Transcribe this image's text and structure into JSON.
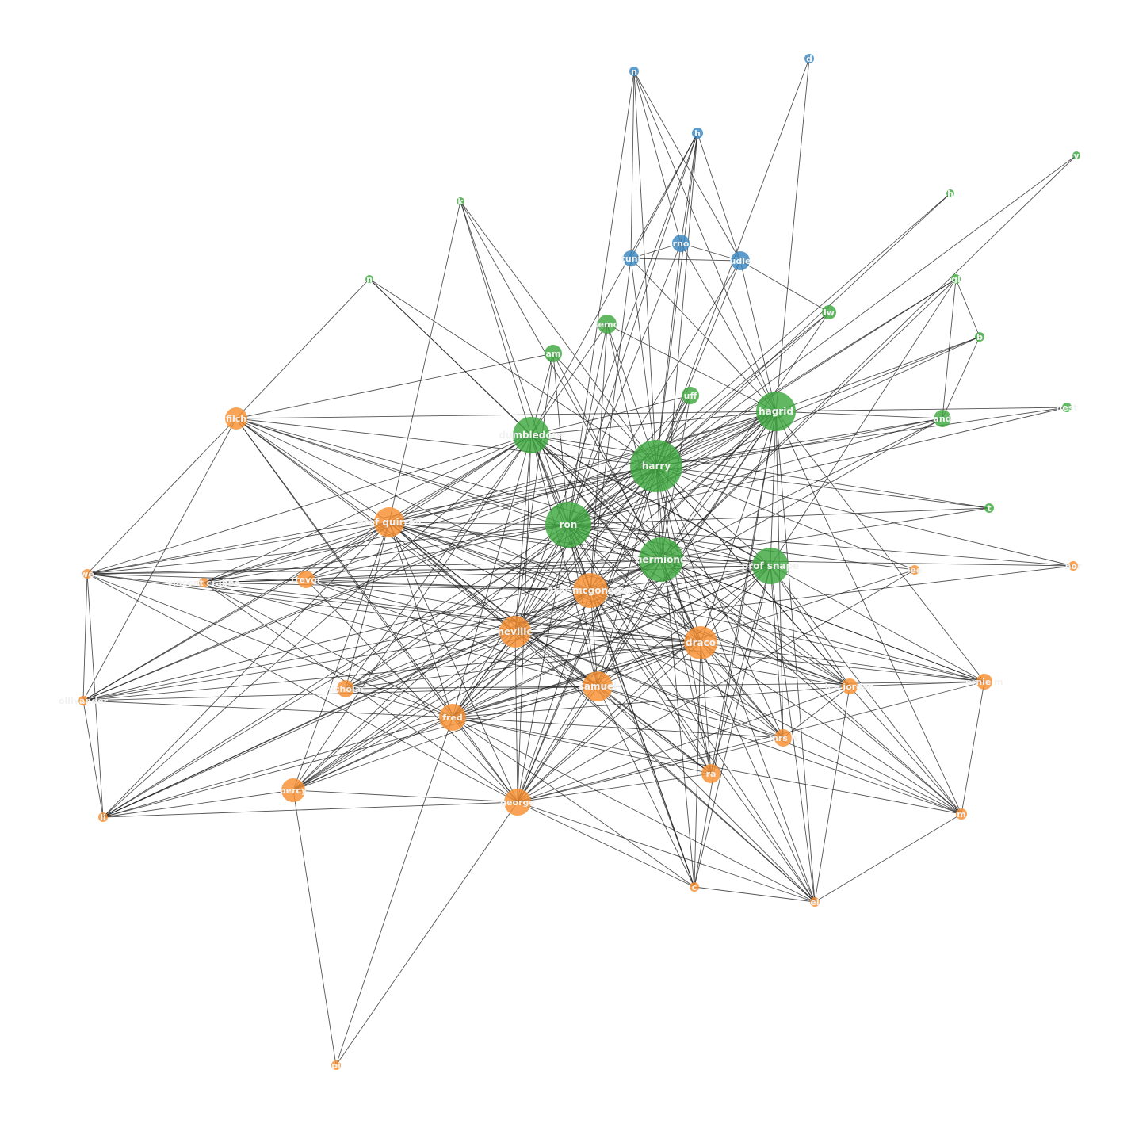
{
  "colors": {
    "blue": "#3a86c0",
    "green": "#3fa83f",
    "orange": "#f68f2f"
  },
  "nodes": [
    {
      "id": "vernon",
      "label": "n",
      "group": "blue",
      "r": 6
    },
    {
      "id": "dudley_top",
      "label": "d",
      "group": "blue",
      "r": 6
    },
    {
      "id": "blue3",
      "label": "h",
      "group": "blue",
      "r": 7
    },
    {
      "id": "petunia",
      "label": "tuni",
      "group": "blue",
      "r": 10
    },
    {
      "id": "vern2",
      "label": "rno",
      "group": "blue",
      "r": 11
    },
    {
      "id": "dudley",
      "label": "udle",
      "group": "blue",
      "r": 12
    },
    {
      "id": "g_k",
      "label": "k",
      "group": "green",
      "r": 5
    },
    {
      "id": "g_n",
      "label": "n",
      "group": "green",
      "r": 5
    },
    {
      "id": "g_v",
      "label": "v",
      "group": "green",
      "r": 5
    },
    {
      "id": "g_h",
      "label": "h",
      "group": "green",
      "r": 5
    },
    {
      "id": "g_gi",
      "label": "gi",
      "group": "green",
      "r": 6
    },
    {
      "id": "g_b",
      "label": "b",
      "group": "green",
      "r": 6
    },
    {
      "id": "g_nest",
      "label": "nest",
      "group": "green",
      "r": 6
    },
    {
      "id": "g_t",
      "label": "t",
      "group": "green",
      "r": 6
    },
    {
      "id": "g_lw",
      "label": "lw",
      "group": "green",
      "r": 9
    },
    {
      "id": "g_lemo",
      "label": "lemo",
      "group": "green",
      "r": 12
    },
    {
      "id": "g_am",
      "label": "am",
      "group": "green",
      "r": 11
    },
    {
      "id": "g_uff",
      "label": "uff",
      "group": "green",
      "r": 11
    },
    {
      "id": "g_and",
      "label": "and",
      "group": "green",
      "r": 11
    },
    {
      "id": "dumbledore",
      "label": "dumbledore",
      "group": "green",
      "r": 23
    },
    {
      "id": "hagrid",
      "label": "hagrid",
      "group": "green",
      "r": 25
    },
    {
      "id": "harry",
      "label": "harry",
      "group": "green",
      "r": 33
    },
    {
      "id": "ron",
      "label": "ron",
      "group": "green",
      "r": 29
    },
    {
      "id": "hermione",
      "label": "hermione",
      "group": "green",
      "r": 28
    },
    {
      "id": "snape",
      "label": "prof snape",
      "group": "green",
      "r": 23
    },
    {
      "id": "filch",
      "label": "filch",
      "group": "orange",
      "r": 14
    },
    {
      "id": "quirrell",
      "label": "prof quirrell",
      "group": "orange",
      "r": 19
    },
    {
      "id": "o_left",
      "label": "we",
      "group": "orange",
      "r": 6
    },
    {
      "id": "crabbe",
      "label": "vincent crabbe",
      "group": "orange",
      "r": 6
    },
    {
      "id": "trevor",
      "label": "trevor",
      "group": "orange",
      "r": 11
    },
    {
      "id": "mcgonagall",
      "label": "prof mcgonagall",
      "group": "orange",
      "r": 22
    },
    {
      "id": "neville",
      "label": "neville",
      "group": "orange",
      "r": 20
    },
    {
      "id": "draco",
      "label": "draco",
      "group": "orange",
      "r": 21
    },
    {
      "id": "o_lee",
      "label": "lee",
      "group": "orange",
      "r": 6
    },
    {
      "id": "o_far",
      "label": "nor",
      "group": "orange",
      "r": 6
    },
    {
      "id": "o_ollivander",
      "label": "ollivander",
      "group": "orange",
      "r": 6
    },
    {
      "id": "o_nich",
      "label": "nicholas",
      "group": "orange",
      "r": 11
    },
    {
      "id": "samuel",
      "label": "samuel",
      "group": "orange",
      "r": 19
    },
    {
      "id": "fred",
      "label": "fred",
      "group": "orange",
      "r": 17
    },
    {
      "id": "o_jordan",
      "label": "lee jordan",
      "group": "orange",
      "r": 10
    },
    {
      "id": "o_ernie",
      "label": "ernie m",
      "group": "orange",
      "r": 10
    },
    {
      "id": "o_hooch",
      "label": "mrs h",
      "group": "orange",
      "r": 11
    },
    {
      "id": "o_rab",
      "label": "ra",
      "group": "orange",
      "r": 12
    },
    {
      "id": "percy",
      "label": "percy",
      "group": "orange",
      "r": 15
    },
    {
      "id": "george",
      "label": "george",
      "group": "orange",
      "r": 17
    },
    {
      "id": "o_bl",
      "label": "li",
      "group": "orange",
      "r": 6
    },
    {
      "id": "o_br",
      "label": "m",
      "group": "orange",
      "r": 7
    },
    {
      "id": "o_b1",
      "label": "c",
      "group": "orange",
      "r": 6
    },
    {
      "id": "o_b2",
      "label": "el",
      "group": "orange",
      "r": 6
    },
    {
      "id": "o_pf",
      "label": "pi",
      "group": "orange",
      "r": 6
    }
  ]
}
